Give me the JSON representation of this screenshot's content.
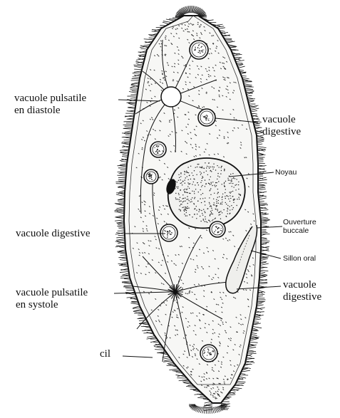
{
  "labels": {
    "pulsatile_diastole": {
      "line1": "vacuole pulsatile",
      "line2": "en diastole"
    },
    "digestive_upper_right": {
      "line1": "vacuole",
      "line2": "digestive"
    },
    "noyau": "Noyau",
    "ouverture": {
      "line1": "Ouverture",
      "line2": "buccale"
    },
    "digestive_left": "vacuole digestive",
    "sillon": "Sillon oral",
    "pulsatile_systole": {
      "line1": "vacuole pulsatile",
      "line2": "en systole"
    },
    "digestive_lower_right": {
      "line1": "vacuole",
      "line2": "digestive"
    },
    "cil": "cil"
  },
  "colors": {
    "ink": "#111111",
    "background": "#ffffff",
    "membrane": "#f4f4f2"
  }
}
